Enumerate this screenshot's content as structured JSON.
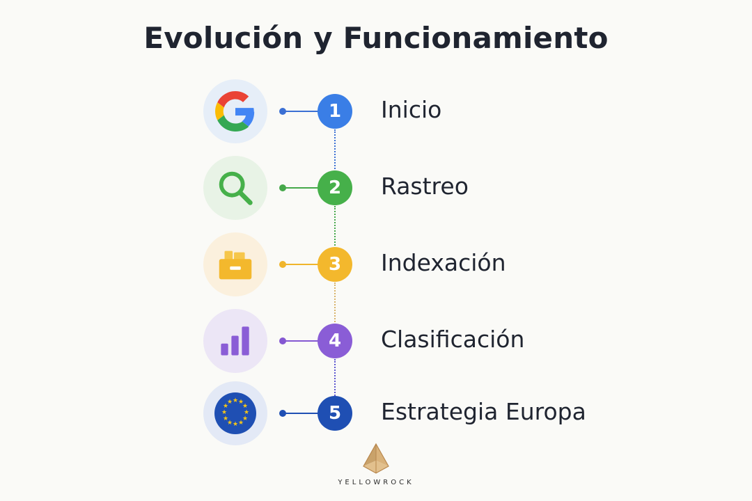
{
  "title": "Evolución y Funcionamiento",
  "steps": [
    {
      "number": "1",
      "label": "Inicio",
      "icon": "google-g-icon",
      "color": "#3a7ee6",
      "bg": "#e6eef8",
      "line_color": "#3a6fd4"
    },
    {
      "number": "2",
      "label": "Rastreo",
      "icon": "magnifier-icon",
      "color": "#46b04a",
      "bg": "#e8f3e6",
      "line_color": "#45a84a"
    },
    {
      "number": "3",
      "label": "Indexación",
      "icon": "folder-drawer-icon",
      "color": "#f3b82d",
      "bg": "#fbf0dd",
      "line_color": "#f0b52c"
    },
    {
      "number": "4",
      "label": "Clasificación",
      "icon": "bar-chart-icon",
      "color": "#8a5dd6",
      "bg": "#ece6f6",
      "line_color": "#8457d2"
    },
    {
      "number": "5",
      "label": "Estrategia Europa",
      "icon": "eu-flag-icon",
      "color": "#1f4fb3",
      "bg": "#e3e9f6",
      "line_color": "#1f4fb3"
    }
  ],
  "brand": {
    "name": "YELLOWROCK",
    "icon": "pyramid-logo-icon",
    "color": "#c9a26a"
  }
}
